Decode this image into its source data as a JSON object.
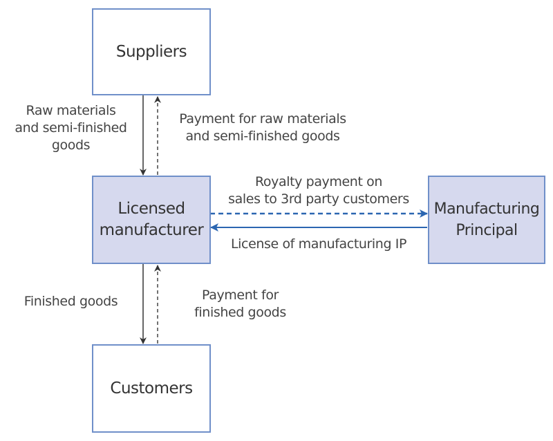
{
  "diagram": {
    "nodes": {
      "suppliers": "Suppliers",
      "licensed_manufacturer": [
        "Licensed",
        "manufacturer"
      ],
      "manufacturing_principal": [
        "Manufacturing",
        "Principal"
      ],
      "customers": "Customers"
    },
    "flows": {
      "raw_materials": [
        "Raw materials",
        "and semi-finished",
        "goods"
      ],
      "payment_raw_materials": [
        "Payment for raw materials",
        "and semi-finished goods"
      ],
      "royalty_payment": [
        "Royalty payment on",
        "sales to 3rd party customers"
      ],
      "license_ip": "License of manufacturing IP",
      "finished_goods": "Finished goods",
      "payment_finished_goods": [
        "Payment for",
        "finished goods"
      ]
    },
    "colors": {
      "box_border": "#6f8fc9",
      "shaded_fill": "#d6d9ee",
      "blue_arrow": "#2b66b1",
      "dark_arrow": "#333333"
    }
  }
}
